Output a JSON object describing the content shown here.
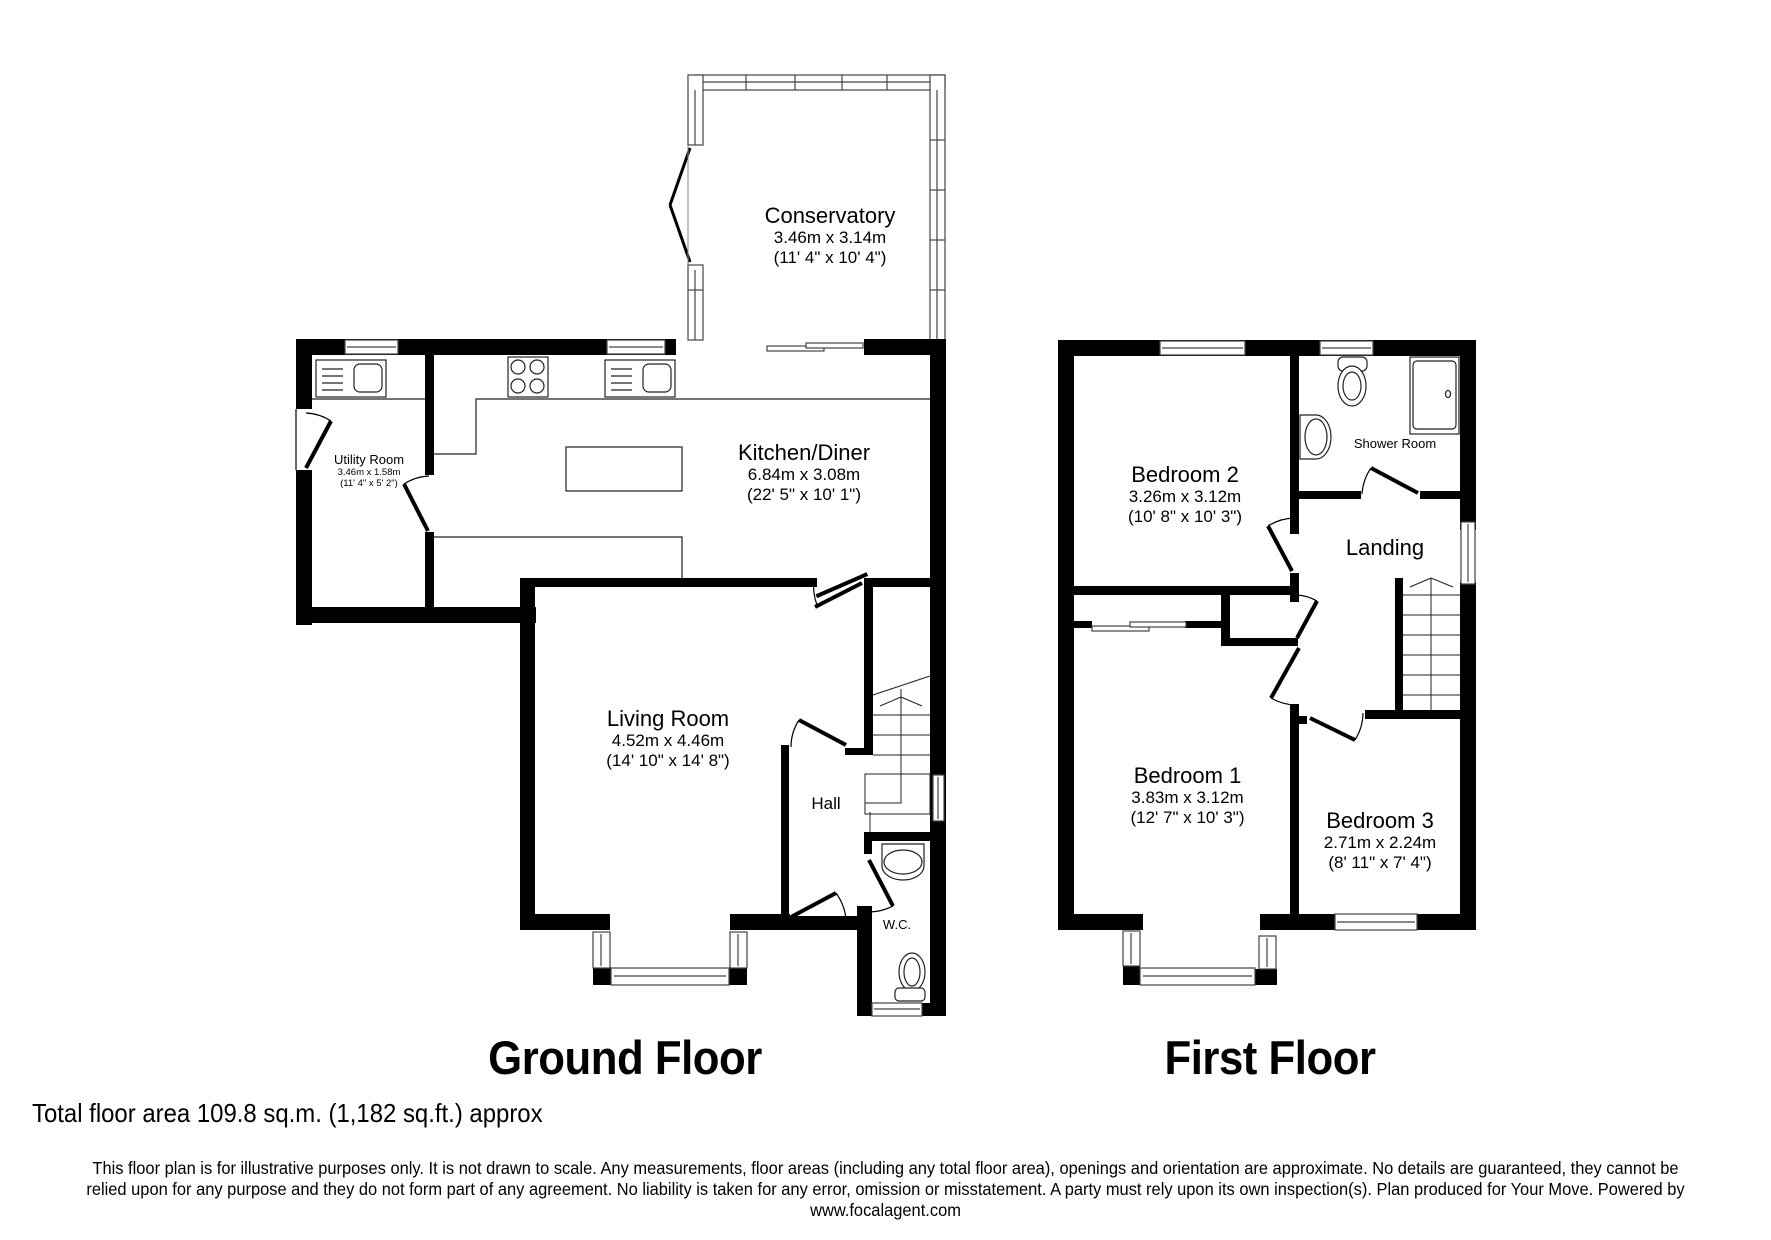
{
  "floors": [
    {
      "title": "Ground Floor",
      "rooms": [
        {
          "name": "Conservatory",
          "metric": "3.46m x 3.14m",
          "imperial": "(11' 4\" x 10' 4\")"
        },
        {
          "name": "Kitchen/Diner",
          "metric": "6.84m x 3.08m",
          "imperial": "(22' 5\" x 10' 1\")"
        },
        {
          "name": "Utility Room",
          "metric": "3.46m x 1.58m",
          "imperial": "(11' 4\" x 5' 2\")"
        },
        {
          "name": "Living Room",
          "metric": "4.52m x 4.46m",
          "imperial": "(14' 10\" x 14' 8\")"
        },
        {
          "name": "Hall"
        },
        {
          "name": "W.C."
        }
      ]
    },
    {
      "title": "First Floor",
      "rooms": [
        {
          "name": "Bedroom 2",
          "metric": "3.26m x 3.12m",
          "imperial": "(10' 8\" x 10' 3\")"
        },
        {
          "name": "Shower Room"
        },
        {
          "name": "Landing"
        },
        {
          "name": "Bedroom 1",
          "metric": "3.83m x 3.12m",
          "imperial": "(12' 7\" x 10' 3\")"
        },
        {
          "name": "Bedroom 3",
          "metric": "2.71m x 2.24m",
          "imperial": "(8' 11\" x 7' 4\")"
        }
      ]
    }
  ],
  "total_area": "Total floor area 109.8 sq.m. (1,182 sq.ft.) approx",
  "disclaimer": "This floor plan is for illustrative purposes only. It is not drawn to scale. Any measurements, floor areas (including any total floor area), openings and orientation are approximate. No details are guaranteed, they cannot be relied upon for any purpose and they do not form part of any agreement. No liability is taken for any error, omission or misstatement. A party must rely upon its own inspection(s).  Plan produced for Your Move. Powered by www.focalagent.com",
  "colors": {
    "wall": "#000000",
    "background": "#ffffff",
    "fixture_line": "#333333"
  }
}
